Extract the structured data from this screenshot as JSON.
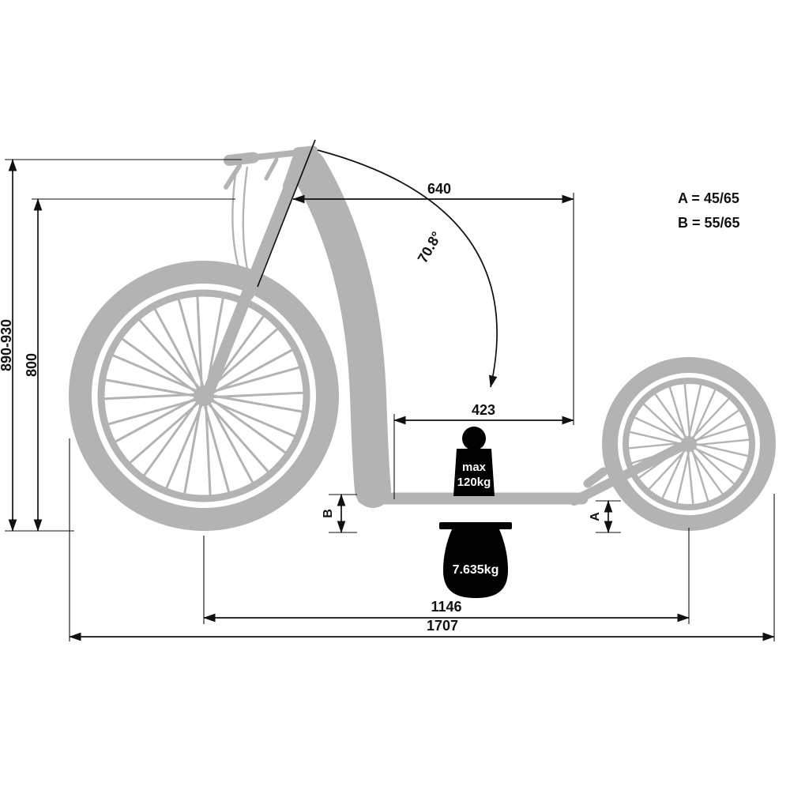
{
  "legend": {
    "a": "A = 45/65",
    "b": "B = 55/65"
  },
  "dimensions": {
    "handlebar_to_rear": "640",
    "head_tube_angle": "70.8°",
    "deck_length": "423",
    "wheelbase": "1146",
    "overall_length": "1707",
    "handlebar_height_range": "890-930",
    "handlebar_height_min": "800",
    "deck_front_clearance": "B",
    "deck_rear_clearance": "A"
  },
  "weights": {
    "max_load_label": "max",
    "max_load_value": "120kg",
    "scooter_weight": "7.635kg"
  },
  "colors": {
    "silhouette": "#b3b3b3",
    "dimension_lines": "#111111",
    "background": "#ffffff",
    "weight_marker": "#000000",
    "weight_marker_text": "#ffffff"
  }
}
